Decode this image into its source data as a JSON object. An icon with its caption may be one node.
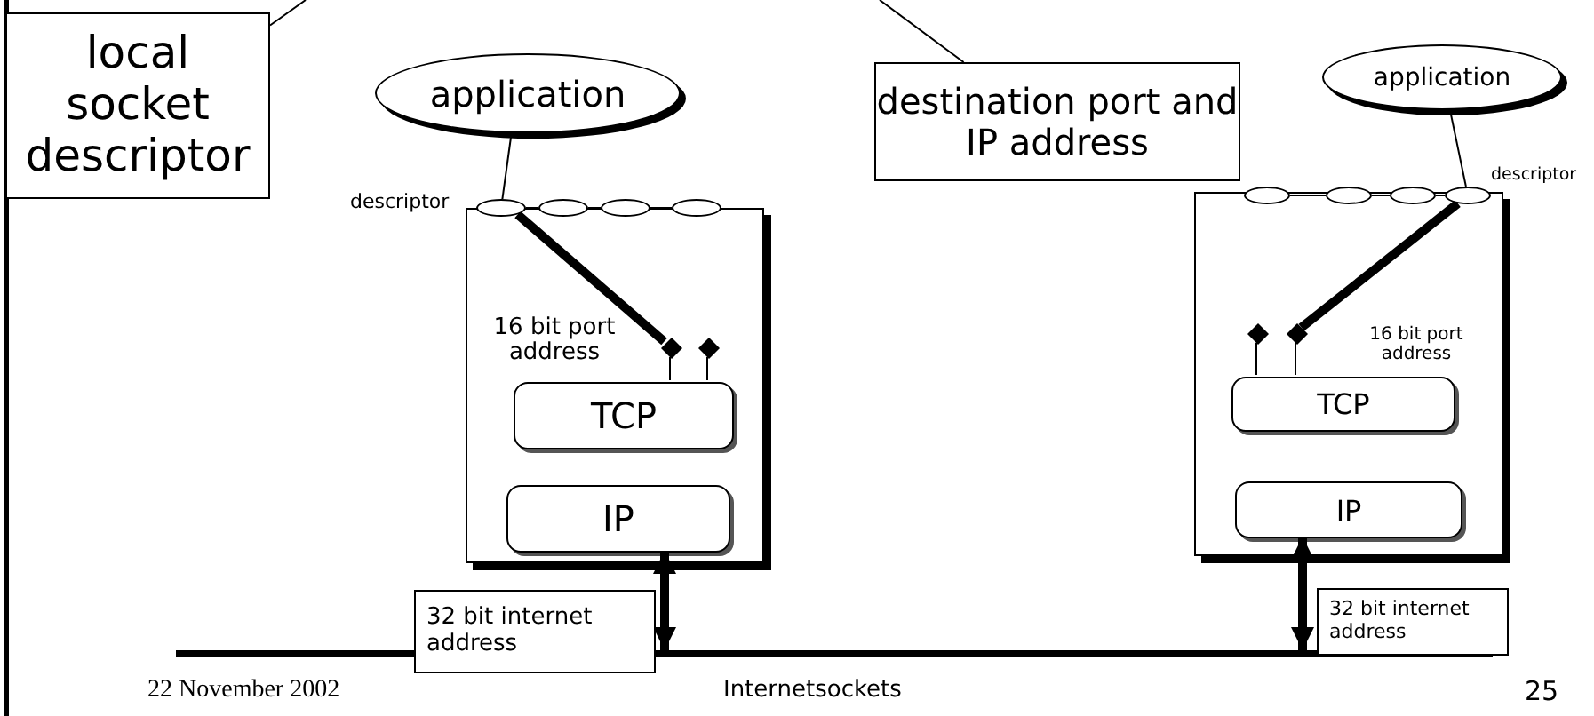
{
  "diagram": {
    "nodes": [
      {
        "text": [
          "local socket descriptor"
        ]
      },
      {
        "text": [
          "destination port and IP address"
        ]
      },
      {
        "text": [
          "application"
        ]
      },
      {
        "text": [],
        "shape": "box"
      },
      {
        "text": [],
        "shape": "ellipse",
        "beside": [
          "descriptor"
        ]
      },
      {
        "text": [],
        "shape": "ellipse"
      },
      {
        "text": [],
        "shape": "ellipse"
      },
      {
        "text": [],
        "shape": "ellipse"
      },
      {
        "text": [],
        "shape": "diamond",
        "in": 3
      },
      {
        "text": [],
        "shape": "diamond",
        "in": 3
      },
      {
        "text": [
          "TCP"
        ],
        "in": 3
      },
      {
        "text": [
          "IP"
        ],
        "in": 3
      },
      {
        "text": [
          "32 bit internet address"
        ]
      },
      {
        "text": [],
        "shape": "bar"
      },
      {
        "text": [
          "application"
        ]
      },
      {
        "text": [],
        "shape": "box"
      },
      {
        "text": [],
        "shape": "ellipse"
      },
      {
        "text": [],
        "shape": "ellipse"
      },
      {
        "text": [],
        "shape": "ellipse"
      },
      {
        "text": [],
        "shape": "ellipse",
        "beside": [
          "descriptor"
        ]
      },
      {
        "text": [],
        "shape": "diamond",
        "in": 15
      },
      {
        "text": [],
        "shape": "diamond",
        "in": 15
      },
      {
        "text": [
          "TCP"
        ],
        "in": 15
      },
      {
        "text": [
          "IP"
        ],
        "in": 15
      },
      {
        "text": [
          "32 bit internet address"
        ]
      }
    ],
    "edges": [
      {
        "from": 0,
        "to": null,
        "arrow": "none"
      },
      {
        "from": 1,
        "to": null,
        "arrow": "none"
      },
      {
        "from": 2,
        "to": 4,
        "arrow": "none"
      },
      {
        "from": 4,
        "to": 5,
        "arrow": "none"
      },
      {
        "from": 5,
        "to": 6,
        "arrow": "none"
      },
      {
        "from": 6,
        "to": 7,
        "arrow": "none"
      },
      {
        "from": 4,
        "to": 8,
        "arrow": "none",
        "style": "thick"
      },
      {
        "from": 8,
        "to": 10,
        "arrow": "none"
      },
      {
        "from": 9,
        "to": 10,
        "arrow": "none"
      },
      {
        "from": 11,
        "to": 13,
        "arrow": "both",
        "style": "thick"
      },
      {
        "from": 14,
        "to": 19,
        "arrow": "none"
      },
      {
        "from": 16,
        "to": 17,
        "arrow": "none"
      },
      {
        "from": 17,
        "to": 18,
        "arrow": "none"
      },
      {
        "from": 18,
        "to": 19,
        "arrow": "none"
      },
      {
        "from": 19,
        "to": 21,
        "arrow": "none",
        "style": "thick"
      },
      {
        "from": 20,
        "to": 22,
        "arrow": "none"
      },
      {
        "from": 21,
        "to": 22,
        "arrow": "none"
      },
      {
        "from": 23,
        "to": 13,
        "arrow": "both",
        "style": "thick"
      }
    ],
    "labels": [
      "16 bit port address",
      "16 bit port address",
      "22 November 2002",
      "Internetsockets",
      "25"
    ]
  }
}
